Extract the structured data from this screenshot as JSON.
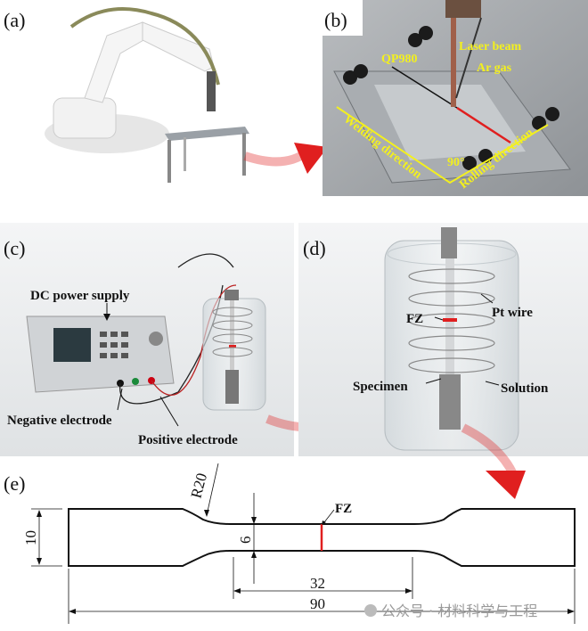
{
  "panels": {
    "a": {
      "label": "(a)"
    },
    "b": {
      "label": "(b)",
      "annotations": {
        "material": "QP980",
        "laser": "Laser beam",
        "gas": "Ar gas",
        "welding": "Welding direction",
        "rolling": "Rolling direction",
        "angle": "90°"
      }
    },
    "c": {
      "label": "(c)",
      "annotations": {
        "power": "DC power supply",
        "negative": "Negative electrode",
        "positive": "Positive electrode"
      }
    },
    "d": {
      "label": "(d)",
      "annotations": {
        "fz": "FZ",
        "wire": "Pt wire",
        "specimen": "Specimen",
        "solution": "Solution"
      }
    },
    "e": {
      "label": "(e)",
      "annotations": {
        "radius": "R20",
        "fz": "FZ",
        "width_total": "10",
        "width_gauge": "6",
        "gauge_length": "32",
        "total_length": "90"
      }
    }
  },
  "watermark": "公众号 · 材料科学与工程",
  "colors": {
    "accent": "#e01f1f",
    "annotation": "#f3f01e"
  }
}
